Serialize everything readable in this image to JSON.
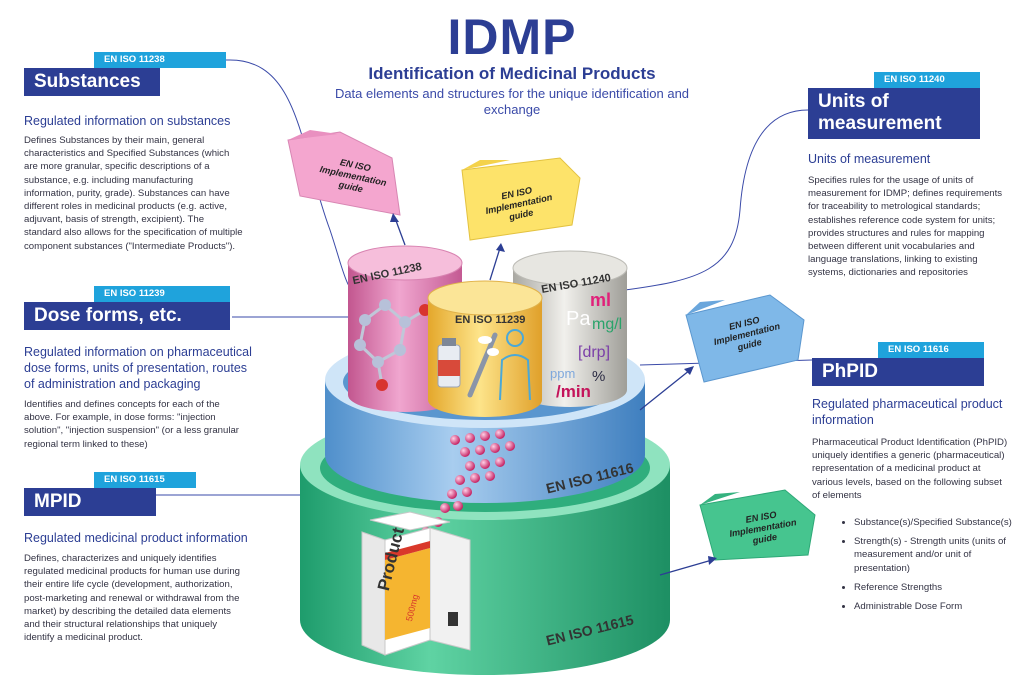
{
  "title": "IDMP",
  "subtitle": "Identification of Medicinal Products",
  "tagline": "Data elements and structures for the unique identification and exchange",
  "guide_label": "EN ISO Implementation guide",
  "cylinder_labels": {
    "substances": "EN ISO 11238",
    "dose_forms": "EN ISO 11239",
    "units": "EN ISO 11240",
    "phpid": "EN ISO 11616",
    "mpid": "EN ISO 11615"
  },
  "unit_symbols": [
    "ml",
    "Pa",
    "mg/l",
    "[drp]",
    "ppm",
    "%",
    "/min"
  ],
  "product_box": {
    "name": "Product",
    "strength": "500mg"
  },
  "panels": {
    "substances": {
      "code": "EN ISO 11238",
      "title": "Substances",
      "subhead": "Regulated information on substances",
      "body": "Defines Substances by their main, general characteristics and Specified Substances (which are more granular, specific descriptions of a substance, e.g. including manufacturing information, purity, grade). Substances can have different roles in medicinal products (e.g. active, adjuvant, basis of strength, excipient). The standard also allows for the specification of multiple component substances (\"Intermediate Products\")."
    },
    "dose_forms": {
      "code": "EN ISO 11239",
      "title": "Dose forms, etc.",
      "subhead": "Regulated information on pharmaceutical dose forms, units of presentation, routes of administration and packaging",
      "body": "Identifies and defines concepts for each of the above. For example, in dose forms: \"injection solution\", \"injection suspension\" (or a less granular regional term linked to these)"
    },
    "mpid": {
      "code": "EN ISO 11615",
      "title": "MPID",
      "subhead": "Regulated medicinal product information",
      "body": "Defines, characterizes and uniquely identifies regulated medicinal products for human use during their entire life cycle (development, authorization, post-marketing and renewal or withdrawal from the market) by describing the detailed data elements and their structural relationships that uniquely identify a medicinal product."
    },
    "units": {
      "code": "EN ISO 11240",
      "title": "Units of measurement",
      "subhead": "Units of measurement",
      "body": "Specifies rules for the usage of units of measurement for IDMP; defines requirements for traceability to metrological standards; establishes reference code system for units; provides structures and rules for mapping between different unit vocabularies and language translations, linking to existing systems, dictionaries and repositories"
    },
    "phpid": {
      "code": "EN ISO 11616",
      "title": "PhPID",
      "subhead": "Regulated pharmaceutical product information",
      "body": "Pharmaceutical Product Identification (PhPID) uniquely identifies a generic (pharmaceutical) representation of a medicinal product at various levels, based on the following subset of elements",
      "elements": [
        "Substance(s)/Specified Substance(s)",
        "Strength(s) - Strength units (units of measurement and/or unit of presentation)",
        "Reference Strengths",
        "Administrable Dose Form"
      ]
    }
  },
  "colors": {
    "navy": "#2c3e94",
    "code_blue": "#1fa3dc",
    "pink": "#e27fb4",
    "yellow": "#f2cc4a",
    "grey": "#c9c8c3",
    "blue_ring": "#7fb3df",
    "green_ring": "#3fbf8f"
  }
}
